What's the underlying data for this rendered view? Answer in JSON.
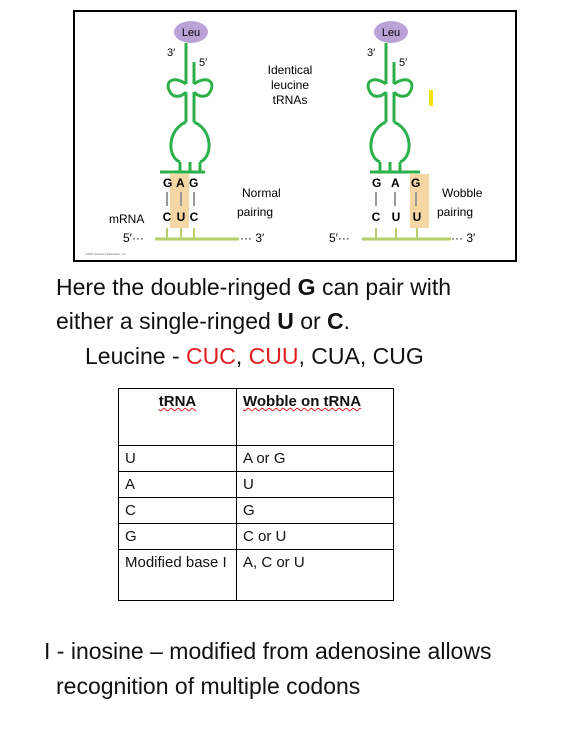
{
  "figure": {
    "left_trna": {
      "aa": "Leu",
      "p3": "3′",
      "p5": "5′",
      "anticodon": [
        "G",
        "A",
        "G"
      ]
    },
    "right_trna": {
      "aa": "Leu",
      "p3": "3′",
      "p5": "5′",
      "anticodon": [
        "G",
        "A",
        "G"
      ]
    },
    "center_label": [
      "Identical",
      "leucine",
      "tRNAs"
    ],
    "left_mrna": {
      "label": "mRNA",
      "codon": [
        "C",
        "U",
        "C"
      ],
      "start": "5′···",
      "end": "··· 3′",
      "pair_label": [
        "Normal",
        "pairing"
      ]
    },
    "right_mrna": {
      "codon": [
        "C",
        "U",
        "U"
      ],
      "start": "5′···",
      "end": "··· 3′",
      "pair_label": [
        "Wobble",
        "pairing"
      ]
    },
    "copyright": "©2010 Pearson Education, Inc.",
    "colors": {
      "trna": "#2bb04a",
      "mrna": "#b6cf6a",
      "aa": "#b9a2d6",
      "highlight": "#f6d7a3",
      "wobble_mark": "#f2e400"
    }
  },
  "text": {
    "line1_a": "Here the double-ringed ",
    "line1_b": "G",
    "line1_c": " can pair with",
    "line2_a": "either a single-ringed ",
    "line2_b": "U",
    "line2_c": " or ",
    "line2_d": "C",
    "line2_e": ".",
    "line3_a": "Leucine - ",
    "line3_b": "CUC",
    "line3_c": ", ",
    "line3_d": "CUU",
    "line3_e": ", CUA, CUG",
    "line4": "I - inosine – modified from adenosine allows",
    "line5": "recognition of multiple codons"
  },
  "table": {
    "headers": [
      "tRNA",
      "Wobble on tRNA"
    ],
    "rows": [
      [
        "U",
        "A or G"
      ],
      [
        "A",
        "U"
      ],
      [
        "C",
        "G"
      ],
      [
        "G",
        "C or U"
      ],
      [
        "Modified base I",
        "A, C or U"
      ]
    ]
  }
}
